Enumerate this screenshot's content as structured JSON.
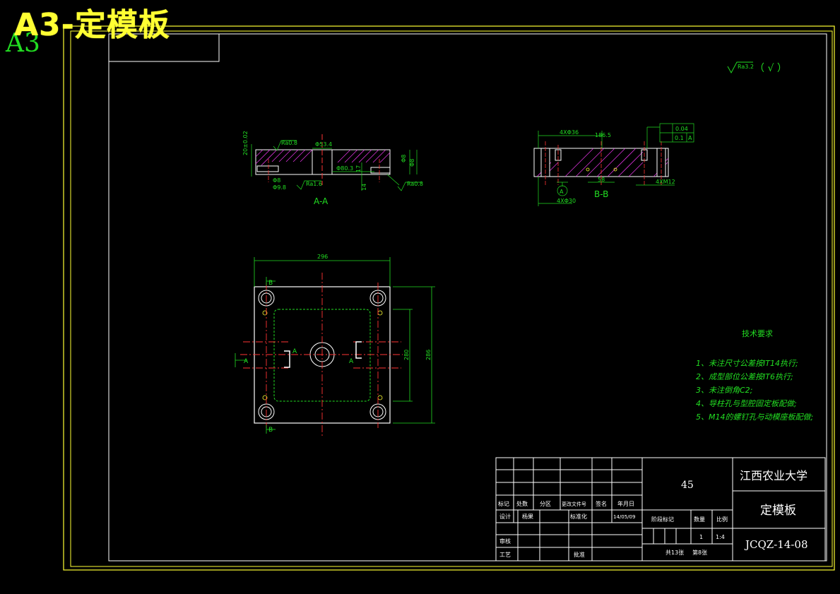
{
  "sheet": {
    "title": "A3-定模板",
    "size_mark": "A3"
  },
  "surface_mark": {
    "roughness": "Ra3.2",
    "rest": "（ √ ）"
  },
  "views": {
    "section_aa": {
      "label": "A-A",
      "dims": {
        "thickness": "20±0.02",
        "ra_top": "Ra0.8",
        "bore": "Φ53.4",
        "hole_left": "Φ8",
        "depth_left": "Φ9.8",
        "ra_left": "Ra1.6",
        "center": "Φ80.3",
        "step": "17",
        "bottom": "14",
        "right_small": "Φ8",
        "right_h": "Φ8",
        "ra_right": "Ra0.8"
      }
    },
    "section_bb": {
      "label": "B-B",
      "dims": {
        "top_holes": "4XΦ36",
        "span": "186.5",
        "tol1": "0.04",
        "tol2": "0.1",
        "datum": "A",
        "spacing": "58",
        "bottom_holes": "4XΦ30",
        "thread": "4XM12",
        "datum_label": "A"
      }
    },
    "plan": {
      "width": "296",
      "height": "286",
      "inner": "280",
      "cut_a": "A",
      "cut_b": "B"
    }
  },
  "tech_req": {
    "title": "技术要求",
    "items": [
      "1、未注尺寸公差按IT14执行;",
      "2、成型部位公差按IT6执行;",
      "3、未注倒角C2;",
      "4、导柱孔与型腔固定板配做;",
      "5、M14的螺钉孔与动模座板配做;"
    ]
  },
  "title_block": {
    "material": "45",
    "university": "江西农业大学",
    "part_name": "定模板",
    "drawing_no": "JCQZ-14-08",
    "header_row": [
      "标记",
      "处数",
      "分区",
      "更改文件号",
      "签名",
      "年月日"
    ],
    "design_row": [
      "设计",
      "杨果",
      "",
      "标准化",
      "",
      "14/05/09"
    ],
    "review": "审核",
    "process": "工艺",
    "approve": "批准",
    "stage_label": "阶段标记",
    "qty_label": "数量",
    "scale_label": "比例",
    "qty": "1",
    "scale": "1:4",
    "sheets": "共13张",
    "sheet_no": "第8张"
  },
  "colors": {
    "frame": "#ffff33",
    "outline": "#ffffff",
    "dim": "#22dd22",
    "center": "#ff3333",
    "hatch": "#dd33dd",
    "fill": "#cccccc"
  }
}
